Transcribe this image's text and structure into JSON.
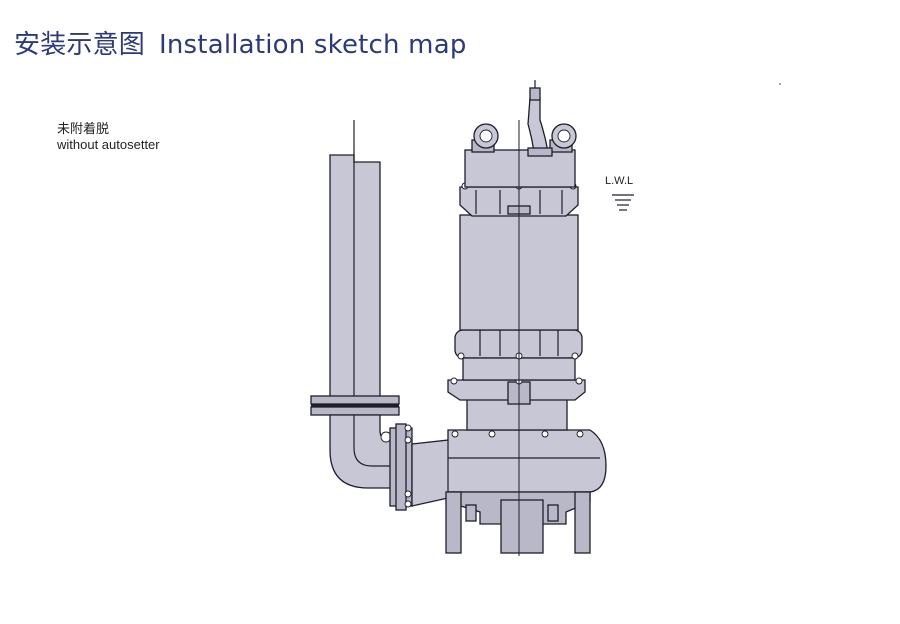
{
  "title": {
    "zh": "安装示意图",
    "en": "Installation sketch map"
  },
  "note": {
    "zh": "未附着脱",
    "en": "without autosetter"
  },
  "level_label": "L.W.L",
  "colors": {
    "title": "#2d3a7a",
    "pump_fill": "#c8c7d6",
    "outline": "#1e1e2a"
  }
}
